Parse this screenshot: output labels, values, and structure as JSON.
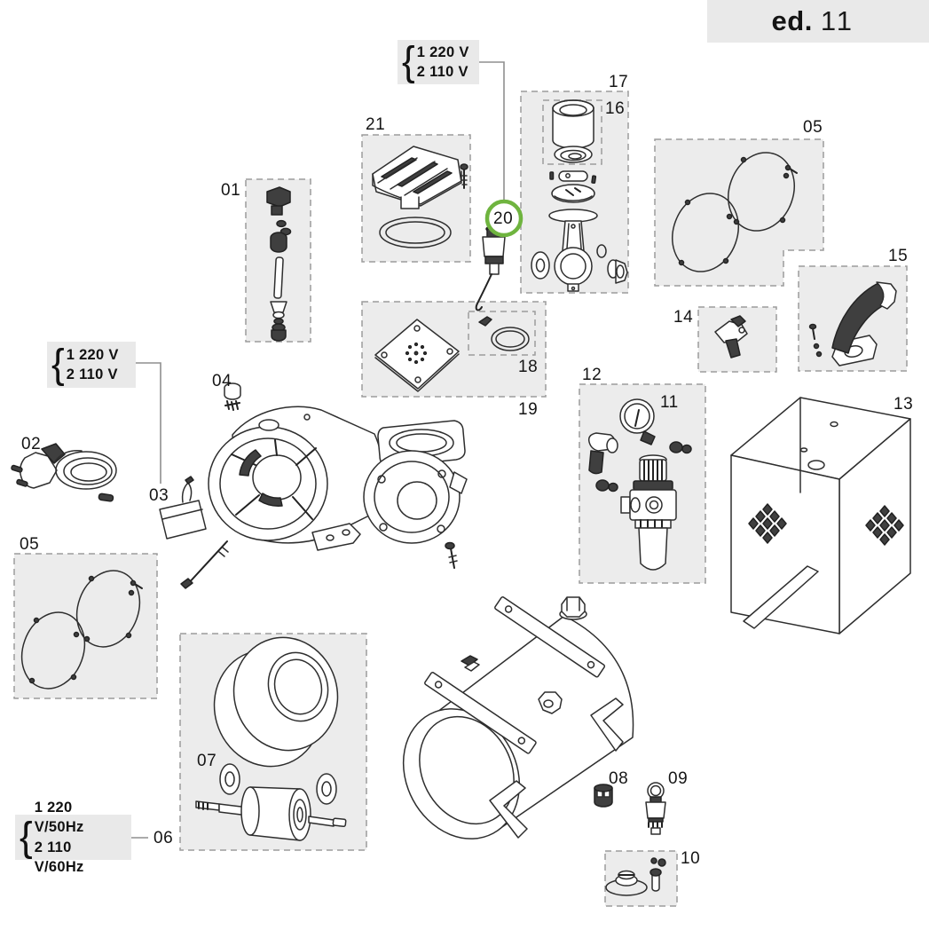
{
  "header": {
    "edition_label": "ed.",
    "edition_number": "11"
  },
  "callouts": {
    "top": {
      "brace": "{",
      "line1": "1 220 V",
      "line2": "2 110 V"
    },
    "left": {
      "brace": "{",
      "line1": "1 220 V",
      "line2": "2 110 V"
    },
    "bottom": {
      "brace": "{",
      "line1": "1 220 V/50Hz",
      "line2": "2 110 V/60Hz"
    }
  },
  "labels": {
    "p01": "01",
    "p02": "02",
    "p03": "03",
    "p04": "04",
    "p05": "05",
    "p06": "06",
    "p07": "07",
    "p08": "08",
    "p09": "09",
    "p10": "10",
    "p11": "11",
    "p12": "12",
    "p13": "13",
    "p14": "14",
    "p15": "15",
    "p16": "16",
    "p17": "17",
    "p18": "18",
    "p19": "19",
    "p20": "20",
    "p21": "21"
  },
  "colors": {
    "highlight_green": "#6fb43f",
    "panel_gray": "#ececec",
    "callout_gray": "#e9e9e9",
    "line_dark": "#2e2e2e",
    "dash_gray": "#9c9c9c"
  }
}
